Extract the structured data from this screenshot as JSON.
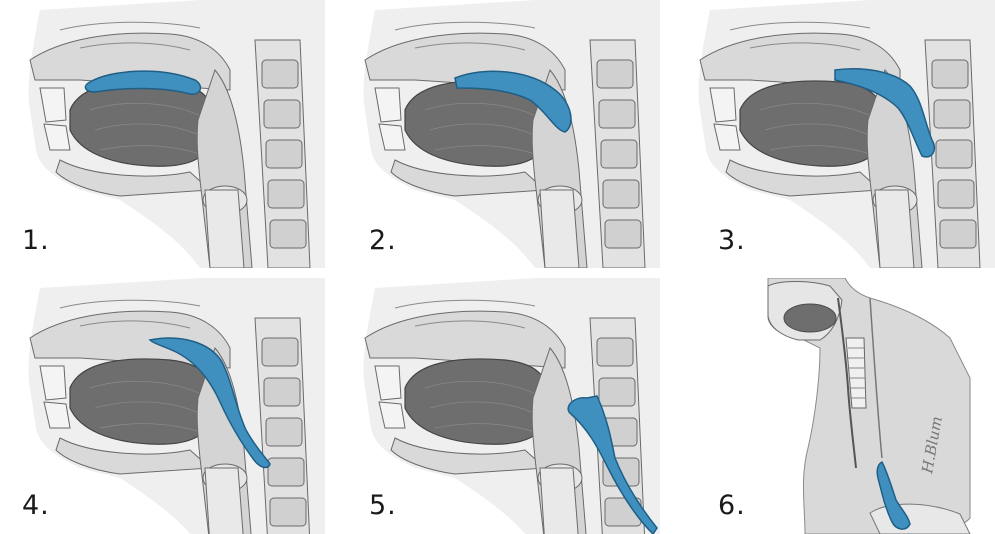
{
  "colors": {
    "bolus": "#3f8fbf",
    "bolus_edge": "#1f5f86",
    "tissue": "#d9d9d9",
    "tissue_dark": "#b5b5b5",
    "tongue": "#6e6e6e",
    "line": "#6a6a6a",
    "background": "#ffffff"
  },
  "panels": [
    {
      "id": "p1",
      "label": "1.",
      "bolus_stage": "oral-tongue-top"
    },
    {
      "id": "p2",
      "label": "2.",
      "bolus_stage": "oral-back-of-tongue"
    },
    {
      "id": "p3",
      "label": "3.",
      "bolus_stage": "oropharynx"
    },
    {
      "id": "p4",
      "label": "4.",
      "bolus_stage": "pharynx"
    },
    {
      "id": "p5",
      "label": "5.",
      "bolus_stage": "upper-esophagus"
    },
    {
      "id": "p6",
      "label": "6.",
      "bolus_stage": "lower-esophagus"
    }
  ],
  "signature": "H.Blum"
}
